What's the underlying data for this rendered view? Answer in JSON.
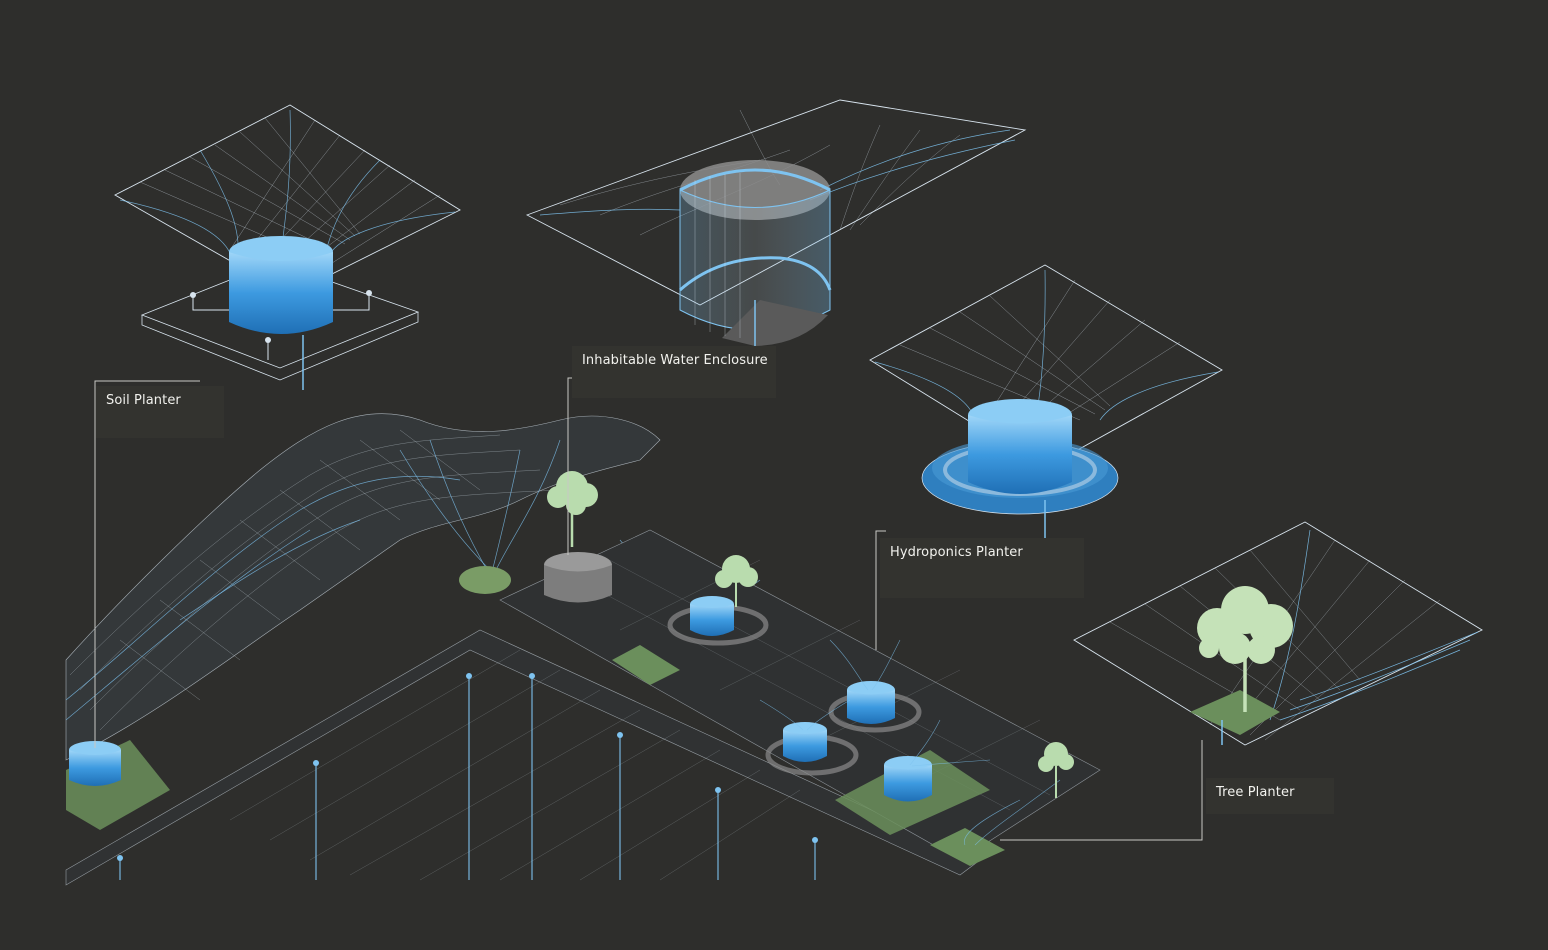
{
  "labels": {
    "soil_planter": "Soil Planter",
    "inhabitable_water_enclosure": "Inhabitable Water Enclosure",
    "hydroponics_planter": "Hydroponics Planter",
    "tree_planter": "Tree Planter"
  },
  "colors": {
    "background": "#2e2e2c",
    "label_box": "#33332f",
    "label_text": "#f2f2ee",
    "wire": "#d8e4ee",
    "cyan_line": "#7ec3f0",
    "water_blue": "#2f8fd4",
    "water_light": "#8ccdf5",
    "planter_green": "#6b8f5c",
    "tree_green": "#b9dcae",
    "grey_block": "#8c8c8c",
    "leader_line": "#c8c8c4"
  }
}
